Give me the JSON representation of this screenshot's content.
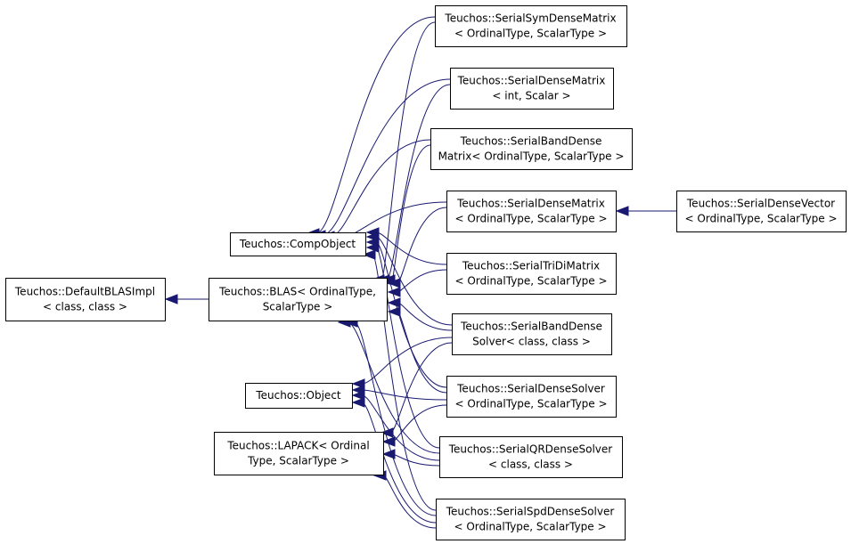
{
  "nodes": {
    "default_blas_impl": [
      "Teuchos::DefaultBLASImpl",
      "< class, class >"
    ],
    "blas": [
      "Teuchos::BLAS< OrdinalType,",
      "ScalarType >"
    ],
    "comp_object": [
      "Teuchos::CompObject"
    ],
    "object": [
      "Teuchos::Object"
    ],
    "lapack": [
      "Teuchos::LAPACK< Ordinal",
      "Type, ScalarType >"
    ],
    "serial_sym_dense_matrix": [
      "Teuchos::SerialSymDenseMatrix",
      "< OrdinalType, ScalarType >"
    ],
    "serial_dense_matrix_int": [
      "Teuchos::SerialDenseMatrix",
      "< int, Scalar >"
    ],
    "serial_band_dense_matrix": [
      "Teuchos::SerialBandDense",
      "Matrix< OrdinalType, ScalarType >"
    ],
    "serial_dense_matrix": [
      "Teuchos::SerialDenseMatrix",
      "< OrdinalType, ScalarType >"
    ],
    "serial_dense_vector": [
      "Teuchos::SerialDenseVector",
      "< OrdinalType, ScalarType >"
    ],
    "serial_tridi_matrix": [
      "Teuchos::SerialTriDiMatrix",
      "< OrdinalType, ScalarType >"
    ],
    "serial_band_dense_solver": [
      "Teuchos::SerialBandDense",
      "Solver< class, class >"
    ],
    "serial_dense_solver": [
      "Teuchos::SerialDenseSolver",
      "< OrdinalType, ScalarType >"
    ],
    "serial_qr_dense_solver": [
      "Teuchos::SerialQRDenseSolver",
      "< class, class >"
    ],
    "serial_spd_dense_solver": [
      "Teuchos::SerialSpdDenseSolver",
      "< OrdinalType, ScalarType >"
    ]
  },
  "edges": [
    {
      "from": "blas",
      "to": "default_blas_impl"
    },
    {
      "from": "serial_dense_vector",
      "to": "serial_dense_matrix"
    },
    {
      "from": "serial_sym_dense_matrix",
      "to": "comp_object"
    },
    {
      "from": "serial_dense_matrix_int",
      "to": "comp_object"
    },
    {
      "from": "serial_band_dense_matrix",
      "to": "comp_object"
    },
    {
      "from": "serial_dense_matrix",
      "to": "comp_object"
    },
    {
      "from": "serial_tridi_matrix",
      "to": "comp_object"
    },
    {
      "from": "serial_band_dense_solver",
      "to": "comp_object"
    },
    {
      "from": "serial_dense_solver",
      "to": "comp_object"
    },
    {
      "from": "serial_qr_dense_solver",
      "to": "comp_object"
    },
    {
      "from": "serial_spd_dense_solver",
      "to": "comp_object"
    },
    {
      "from": "serial_sym_dense_matrix",
      "to": "blas"
    },
    {
      "from": "serial_dense_matrix_int",
      "to": "blas"
    },
    {
      "from": "serial_band_dense_matrix",
      "to": "blas"
    },
    {
      "from": "serial_dense_matrix",
      "to": "blas"
    },
    {
      "from": "serial_tridi_matrix",
      "to": "blas"
    },
    {
      "from": "serial_band_dense_solver",
      "to": "blas"
    },
    {
      "from": "serial_dense_solver",
      "to": "blas"
    },
    {
      "from": "serial_qr_dense_solver",
      "to": "blas"
    },
    {
      "from": "serial_spd_dense_solver",
      "to": "blas"
    },
    {
      "from": "serial_band_dense_solver",
      "to": "object"
    },
    {
      "from": "serial_dense_solver",
      "to": "object"
    },
    {
      "from": "serial_qr_dense_solver",
      "to": "object"
    },
    {
      "from": "serial_spd_dense_solver",
      "to": "object"
    },
    {
      "from": "serial_band_dense_solver",
      "to": "lapack"
    },
    {
      "from": "serial_dense_solver",
      "to": "lapack"
    },
    {
      "from": "serial_qr_dense_solver",
      "to": "lapack"
    },
    {
      "from": "serial_spd_dense_solver",
      "to": "lapack"
    }
  ]
}
